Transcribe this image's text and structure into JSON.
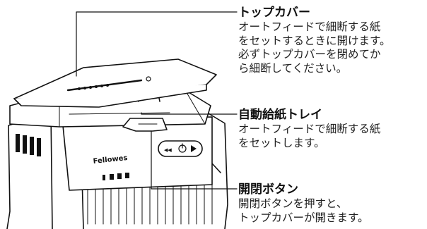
{
  "device_brand": "Fellowes",
  "callouts": [
    {
      "title": "トップカバー",
      "lines": [
        "オートフィードで細断する紙",
        "をセットするときに開けます。",
        "必ずトップカバーを閉めてか",
        "ら細断してください。"
      ]
    },
    {
      "title": "自動給紙トレイ",
      "lines": [
        "オートフィードで細断する紙",
        "をセットします。"
      ]
    },
    {
      "title": "開閉ボタン",
      "lines": [
        "開閉ボタンを押すと、",
        "トップカバーが開きます。"
      ]
    }
  ]
}
